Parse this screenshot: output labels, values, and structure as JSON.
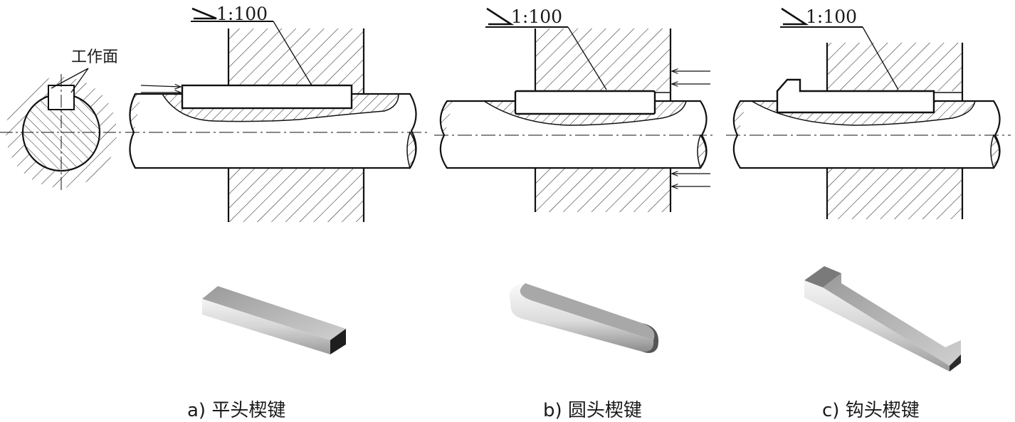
{
  "taper_label": "1:100",
  "working_face_label": "工作面",
  "captions": {
    "a": "a) 平头楔键",
    "b": "b) 圆头楔键",
    "c": "c) 钩头楔键"
  }
}
